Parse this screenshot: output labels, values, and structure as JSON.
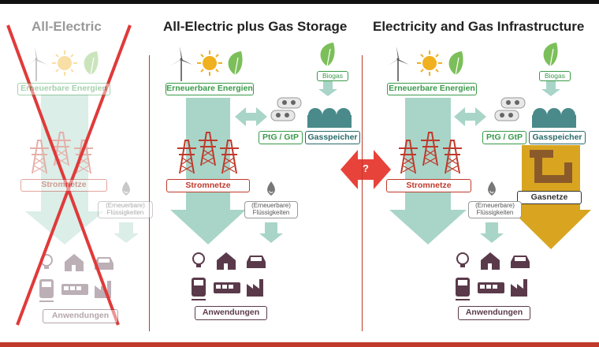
{
  "panels": [
    {
      "title": "All-Electric",
      "renewables_label": "Erneuerbare Energien",
      "grid_label": "Stromnetze",
      "liquids_label": "(Erneuerbare)\nFlüssigkeiten",
      "applications_label": "Anwendungen"
    },
    {
      "title": "All-Electric plus Gas Storage",
      "renewables_label": "Erneuerbare Energien",
      "grid_label": "Stromnetze",
      "liquids_label": "(Erneuerbare)\nFlüssigkeiten",
      "applications_label": "Anwendungen",
      "biogas_label": "Biogas",
      "ptg_label": "PtG / GtP",
      "storage_label": "Gasspeicher"
    },
    {
      "title": "Electricity and Gas Infrastructure",
      "renewables_label": "Erneuerbare Energien",
      "grid_label": "Stromnetze",
      "liquids_label": "(Erneuerbare)\nFlüssigkeiten",
      "applications_label": "Anwendungen",
      "biogas_label": "Biogas",
      "ptg_label": "PtG / GtP",
      "storage_label": "Gasspeicher",
      "gasgrid_label": "Gasnetze"
    }
  ],
  "center_marker": "?",
  "colors": {
    "green": "#3a9a4a",
    "red": "#c0392b",
    "teal_arrow": "#a8d5c8",
    "gas_yellow": "#d9a520",
    "pipe_brown": "#8b5a2b",
    "icon_dark": "#5a3a4a",
    "cross_red": "#e03a3a"
  }
}
